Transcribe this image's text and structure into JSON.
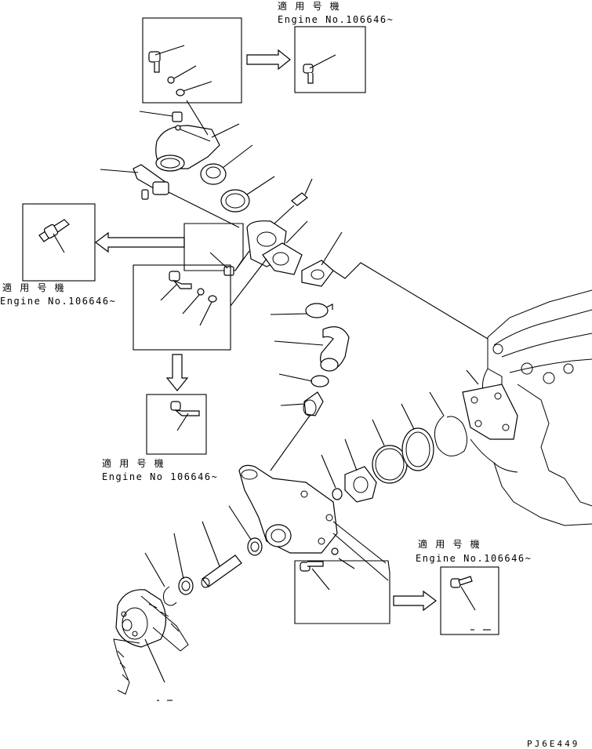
{
  "applicability_notes": [
    {
      "id": "top-right",
      "heading": "適 用 号 機",
      "engine": "Engine No.106646~"
    },
    {
      "id": "left",
      "heading": "適 用 号 機",
      "engine": "Engine No.106646~"
    },
    {
      "id": "bottom-left",
      "heading": "適 用 号 機",
      "engine": "Engine No 106646~"
    },
    {
      "id": "bottom-right",
      "heading": "適 用 号 機",
      "engine": "Engine No.106646~"
    }
  ],
  "drawing_code": "PJ6E449",
  "colors": {
    "line": "#000000",
    "background": "#ffffff"
  },
  "icons": [
    "arrow-right-icon",
    "arrow-left-icon",
    "arrow-down-icon"
  ]
}
